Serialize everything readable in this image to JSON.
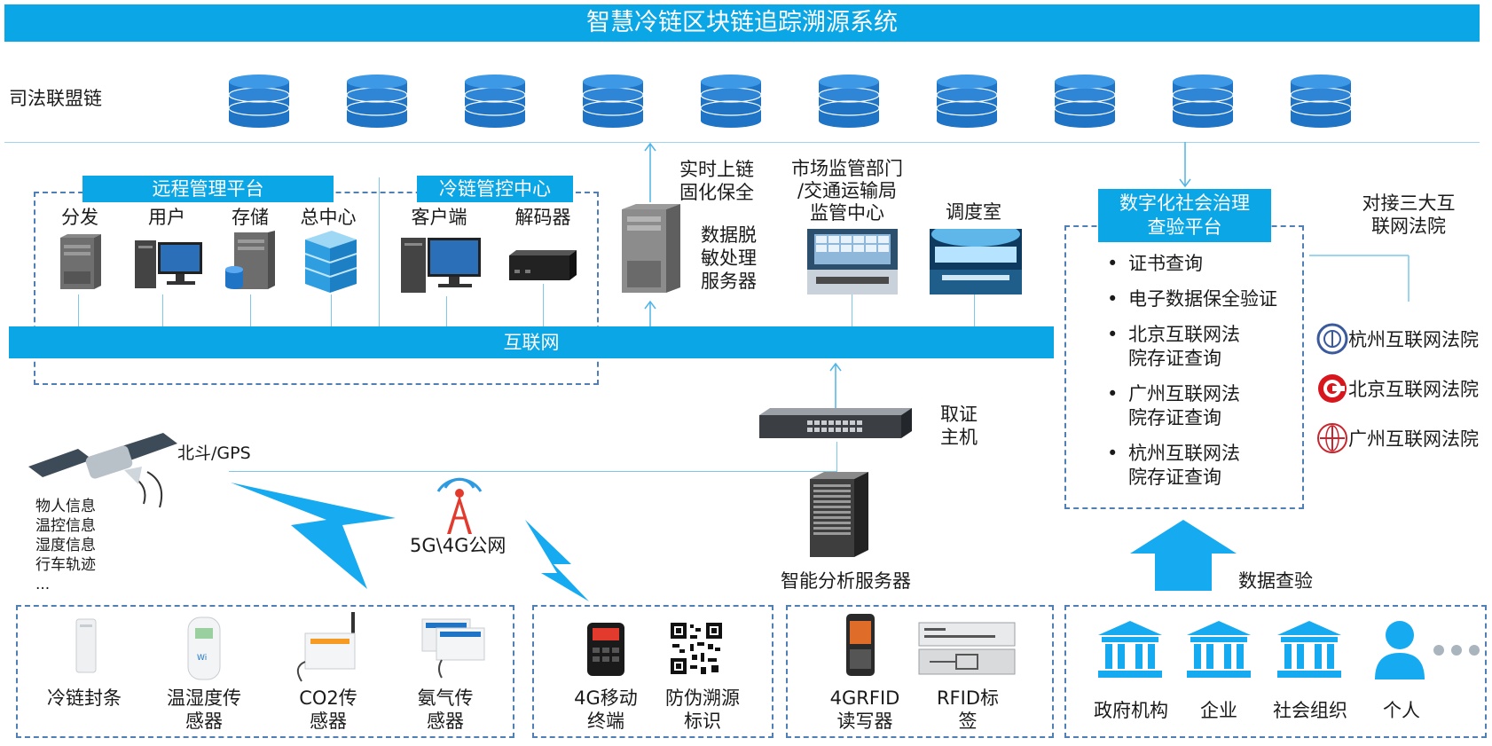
{
  "title": "智慧冷链区块链追踪溯源系统",
  "chain_label": "司法联盟链",
  "db_count_icons": [
    "database-icon",
    "database-icon",
    "database-icon",
    "database-icon",
    "database-icon",
    "database-icon",
    "database-icon",
    "database-icon",
    "database-icon",
    "database-icon"
  ],
  "remote_platform": {
    "title": "远程管理平台",
    "items": [
      "分发",
      "用户",
      "存储",
      "总中心"
    ]
  },
  "control_center": {
    "title": "冷链管控中心",
    "items": [
      "客户端",
      "解码器"
    ]
  },
  "uplink_label": "实时上链\n固化保全",
  "desens_server_label": "数据脱\n敏处理\n服务器",
  "market_label": "市场监管部门\n/交通运输局\n监管中心",
  "dispatch_label": "调度室",
  "internet_label": "互联网",
  "governance": {
    "title": "数字化社会治理\n查验平台",
    "bullets": [
      "证书查询",
      "电子数据保全验证",
      "北京互联网法\n院存证查询",
      "广州互联网法\n院存证查询",
      "杭州互联网法\n院存证查询"
    ]
  },
  "courts": {
    "header": "对接三大互\n联网法院",
    "list": [
      "杭州互联网法院",
      "北京互联网法院",
      "广州互联网法院"
    ]
  },
  "evidence_host_label": "取证\n主机",
  "analysis_server_label": "智能分析服务器",
  "satellite_label": "北斗/GPS",
  "vehicle_info": "物人信息\n温控信息\n湿度信息\n行车轨迹\n...",
  "network_label": "5G\\4G公网",
  "sensors": [
    "冷链封条",
    "温湿度传\n感器",
    "CO2传\n感器",
    "氨气传\n感器"
  ],
  "terminals": [
    "4G移动\n终端",
    "防伪溯源\n标识"
  ],
  "rfid": [
    "4GRFID\n读写器",
    "RFID标\n签"
  ],
  "data_check_label": "数据查验",
  "users": [
    "政府机构",
    "企业",
    "社会组织",
    "个人"
  ],
  "colors": {
    "accent": "#0aa6e6",
    "dash": "#4f7fb5",
    "line": "#7cc7ea",
    "db": "#1f74c6"
  }
}
